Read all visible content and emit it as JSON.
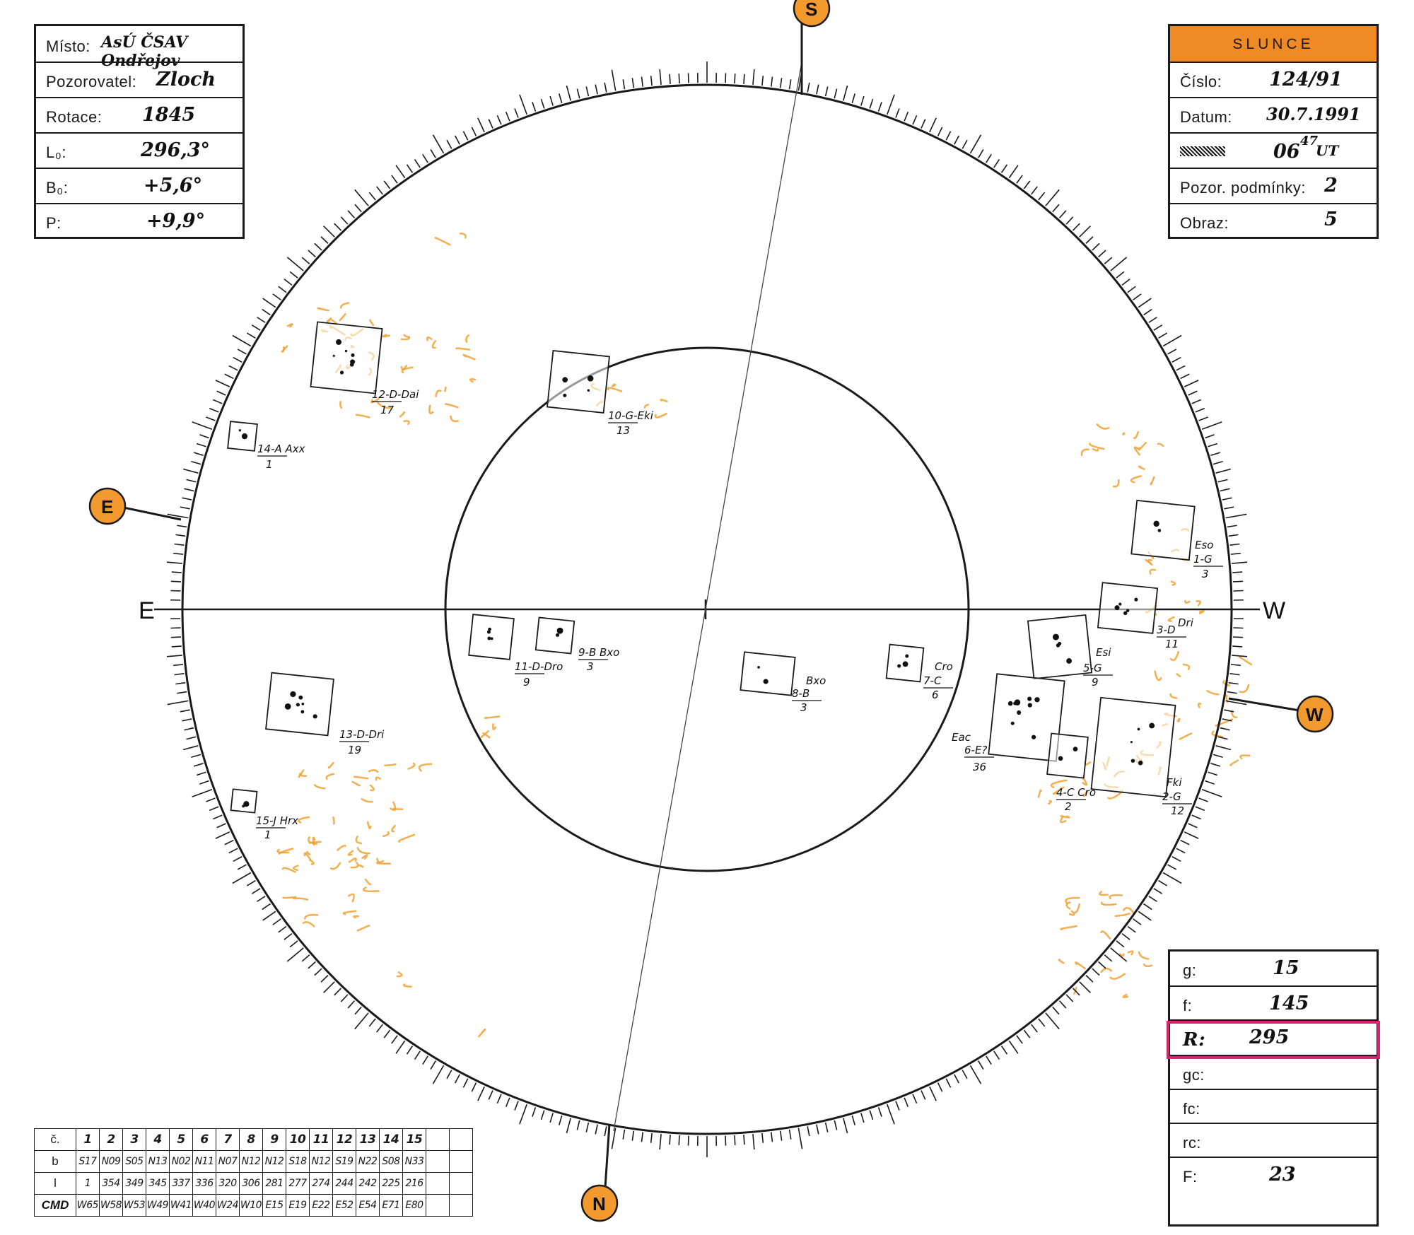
{
  "observation": {
    "misto_label": "Místo:",
    "misto_value": "AsÚ ČSAV Ondřejov",
    "pozorovatel_label": "Pozorovatel:",
    "pozorovatel_value": "Zloch",
    "rotace_label": "Rotace:",
    "rotace_value": "1845",
    "l0_label": "L₀:",
    "l0_value": "296,3°",
    "b0_label": "B₀:",
    "b0_value": "+5,6°",
    "p_label": "P:",
    "p_value": "+9,9°"
  },
  "slunce": {
    "title": "SLUNCE",
    "cislo_label": "Číslo:",
    "cislo_value": "124/91",
    "datum_label": "Datum:",
    "datum_value": "30.7.1991",
    "time_hour": "06",
    "time_min": "47",
    "time_zone": "UT",
    "podminky_label": "Pozor. podmínky:",
    "podminky_value": "2",
    "obraz_label": "Obraz:",
    "obraz_value": "5"
  },
  "results": {
    "g_label": "g:",
    "g_value": "15",
    "f_label": "f:",
    "f_value": "145",
    "r_label": "R:",
    "r_value": "295",
    "gc_label": "gc:",
    "fc_label": "fc:",
    "rc_label": "rc:",
    "F_label": "F:",
    "F_value": "23"
  },
  "compass": {
    "top_badge": "S",
    "bottom_badge": "N",
    "left_badge": "E",
    "right_badge": "W",
    "axis_left": "E",
    "axis_right": "W"
  },
  "groups": [
    {
      "label": "12-D-Dai",
      "count": "17"
    },
    {
      "label": "10-G-Eki",
      "count": "13"
    },
    {
      "label": "14-A Axx",
      "count": "1"
    },
    {
      "label": "1-G",
      "type": "Eso",
      "count": "3"
    },
    {
      "label": "3-D",
      "type": "Dri",
      "count": "11"
    },
    {
      "label": "5-G",
      "type": "Esi",
      "count": "9"
    },
    {
      "label": "7-C",
      "type": "Cro",
      "count": "6"
    },
    {
      "label": "8-B",
      "type": "Bxo",
      "count": "3"
    },
    {
      "label": "9-B Bxo",
      "count": "3"
    },
    {
      "label": "11-D-Dro",
      "count": "9"
    },
    {
      "label": "13-D-Dri",
      "count": "19"
    },
    {
      "label": "15-J Hrx",
      "count": "1"
    },
    {
      "label": "6-E?",
      "type": "Eac",
      "count": "36"
    },
    {
      "label": "4-C Cro",
      "count": "2"
    },
    {
      "label": "2-G",
      "type": "Fki",
      "count": "12"
    }
  ],
  "table": {
    "row_labels": [
      "č.",
      "b",
      "l",
      "CMD"
    ],
    "numbers": [
      "1",
      "2",
      "3",
      "4",
      "5",
      "6",
      "7",
      "8",
      "9",
      "10",
      "11",
      "12",
      "13",
      "14",
      "15"
    ],
    "b": [
      "S17",
      "N09",
      "S05",
      "N13",
      "N02",
      "N11",
      "N07",
      "N12",
      "N12",
      "S18",
      "N12",
      "S19",
      "N22",
      "S08",
      "N33"
    ],
    "l": [
      "1",
      "354",
      "349",
      "345",
      "337",
      "336",
      "320",
      "306",
      "281",
      "277",
      "274",
      "244",
      "242",
      "225",
      "216"
    ],
    "cmd": [
      "W65",
      "W58",
      "W53",
      "W49",
      "W41",
      "W40",
      "W24",
      "W10",
      "E15",
      "E19",
      "E22",
      "E52",
      "E54",
      "E71",
      "E80"
    ]
  },
  "colors": {
    "ink": "#1a1a1a",
    "facula_orange": "#f0a030",
    "badge_orange": "#f29a2e",
    "header_orange": "#f08a24",
    "highlight_magenta": "#d4246e"
  }
}
